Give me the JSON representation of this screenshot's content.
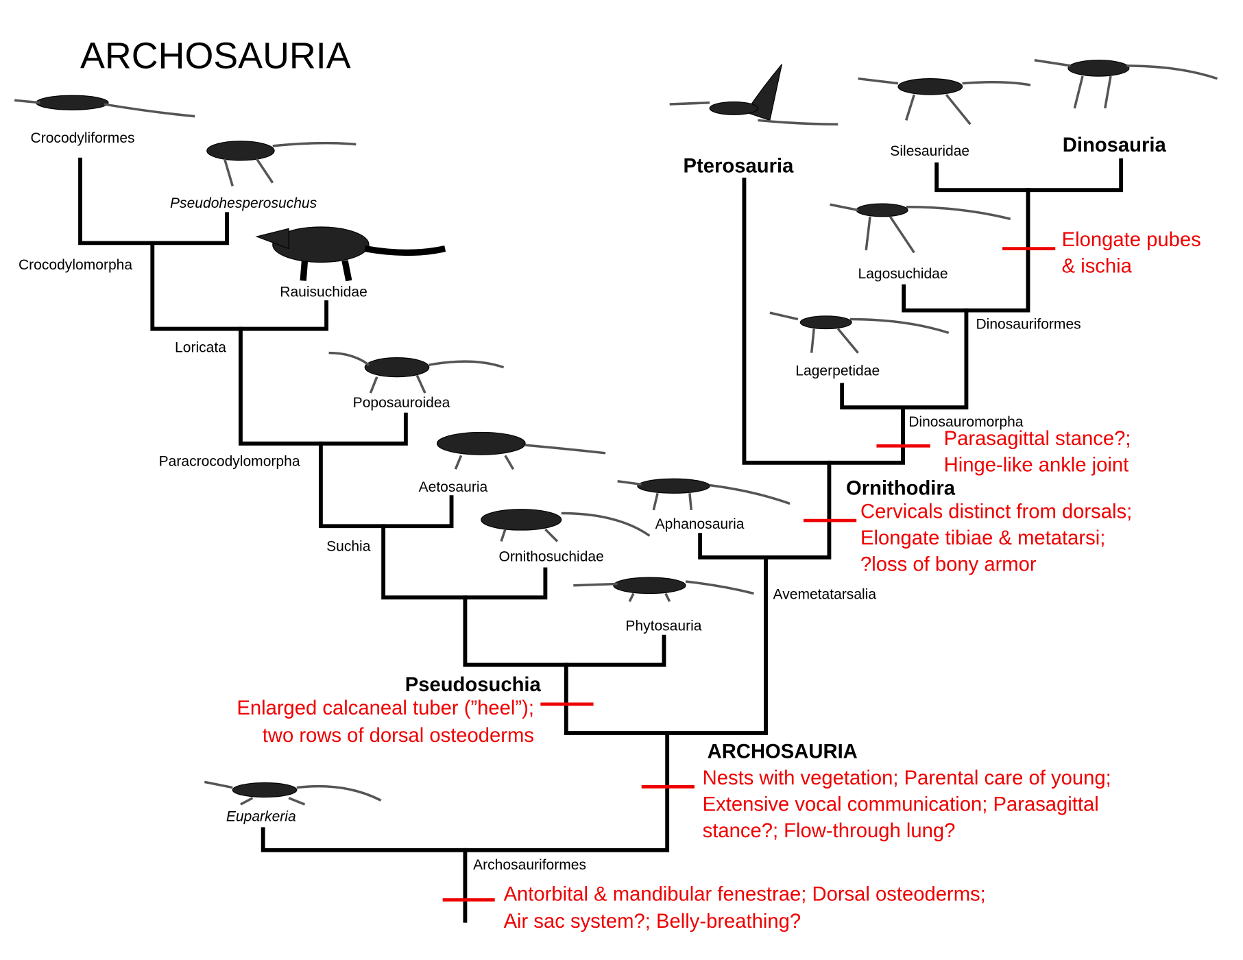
{
  "title": "ARCHOSAURIA",
  "colors": {
    "branch": "#000000",
    "synapomorphy": "#ee0000"
  },
  "taxa": {
    "crocodyliformes": "Crocodyliformes",
    "pseudohesperosuchus": "Pseudohesperosuchus",
    "crocodylomorpha": "Crocodylomorpha",
    "rauisuchidae": "Rauisuchidae",
    "loricata": "Loricata",
    "poposauroidea": "Poposauroidea",
    "paracrocodylomorpha": "Paracrocodylomorpha",
    "aetosauria": "Aetosauria",
    "suchia": "Suchia",
    "ornithosuchidae": "Ornithosuchidae",
    "phytosauria": "Phytosauria",
    "pseudosuchia": "Pseudosuchia",
    "euparkeria": "Euparkeria",
    "archosauriformes": "Archosauriformes",
    "archosauria": "ARCHOSAURIA",
    "avemetatarsalia": "Avemetatarsalia",
    "aphanosauria": "Aphanosauria",
    "ornithodira": "Ornithodira",
    "pterosauria": "Pterosauria",
    "dinosauromorpha": "Dinosauromorpha",
    "lagerpetidae": "Lagerpetidae",
    "dinosauriformes": "Dinosauriformes",
    "lagosuchidae": "Lagosuchidae",
    "silesauridae": "Silesauridae",
    "dinosauria": "Dinosauria"
  },
  "traits": {
    "dinosauria": [
      "Elongate pubes",
      "& ischia"
    ],
    "dinosauromorpha": [
      "Parasagittal stance?;",
      "Hinge-like ankle joint"
    ],
    "ornithodira": [
      "Cervicals distinct from dorsals;",
      "Elongate tibiae & metatarsi;",
      "?loss of bony armor"
    ],
    "pseudosuchia": [
      "Enlarged calcaneal tuber (”heel”);",
      "two rows of dorsal osteoderms"
    ],
    "archosauria": [
      "Nests with vegetation; Parental care of young;",
      "Extensive vocal communication; Parasagittal",
      "stance?; Flow-through lung?"
    ],
    "archosauriformes": [
      "Antorbital & mandibular fenestrae; Dorsal osteoderms;",
      "Air sac system?; Belly-breathing?"
    ]
  }
}
